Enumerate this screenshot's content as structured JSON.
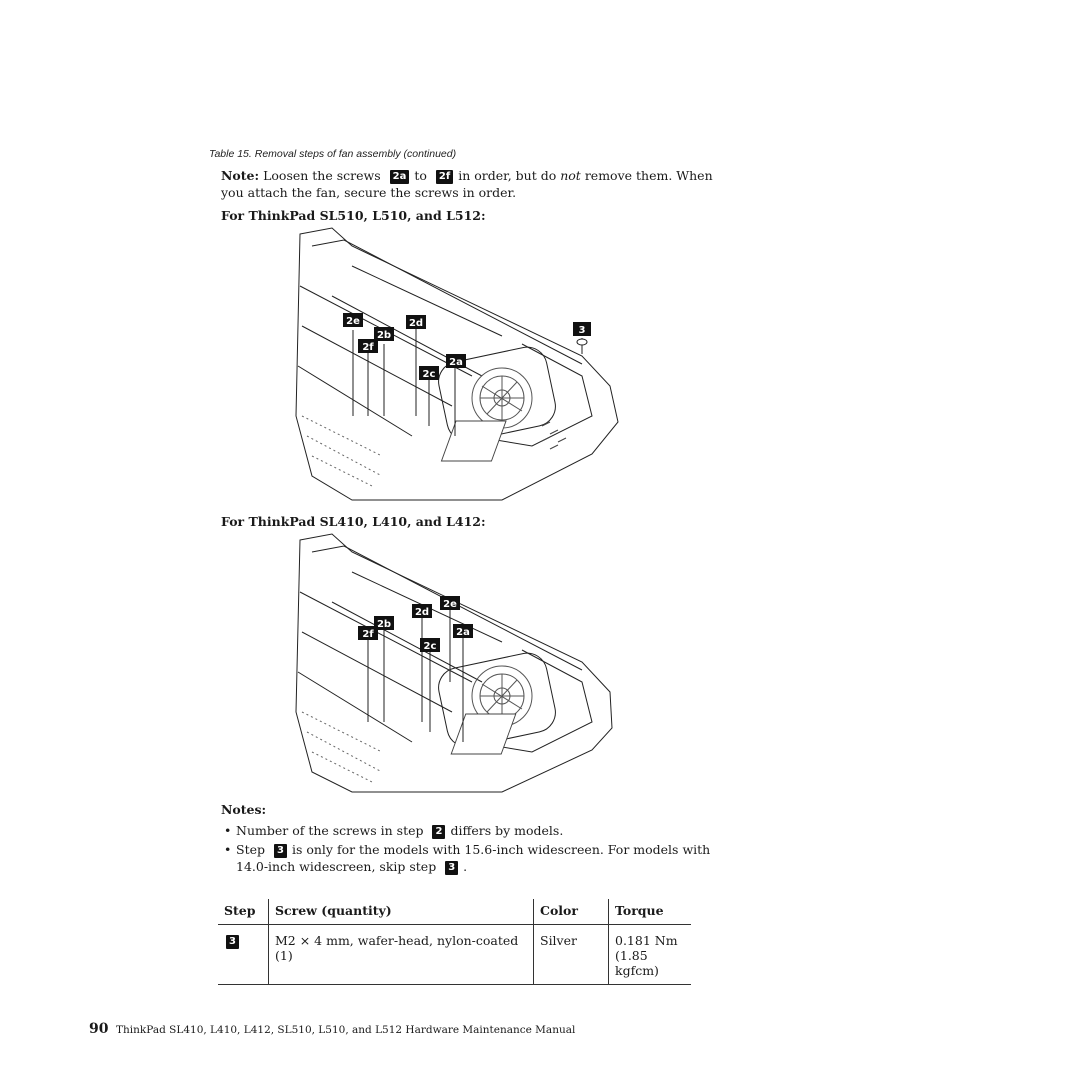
{
  "caption": "Table 15. Removal steps of fan assembly (continued)",
  "note": {
    "label": "Note:",
    "part1": "Loosen the screws",
    "callout_a": "2a",
    "part2": "to",
    "callout_f": "2f",
    "part3": "in order, but do",
    "emph": "not",
    "part4": "remove them. When",
    "line2": "you attach the fan, secure the screws in order."
  },
  "figure1": {
    "heading": "For ThinkPad SL510, L510, and L512:",
    "callouts": [
      "2e",
      "2b",
      "2d",
      "2f",
      "2c",
      "2a",
      "3"
    ]
  },
  "figure2": {
    "heading": "For ThinkPad SL410, L410, and L412:",
    "callouts": [
      "2e",
      "2d",
      "2b",
      "2f",
      "2c",
      "2a"
    ]
  },
  "notes": {
    "title": "Notes:",
    "b1_text1": "Number of the screws in step",
    "b1_callout": "2",
    "b1_text2": "differs by models.",
    "b2_text1": "Step",
    "b2_callout": "3",
    "b2_text2": "is only for the models with 15.6-inch widescreen. For models with",
    "b2_line2": "14.0-inch widescreen, skip step",
    "b2_callout2": "3",
    "b2_end": "."
  },
  "table": {
    "headers": [
      "Step",
      "Screw (quantity)",
      "Color",
      "Torque"
    ],
    "row": {
      "step": "3",
      "screw": "M2 × 4 mm, wafer-head, nylon-coated (1)",
      "color": "Silver",
      "torque1": "0.181 Nm",
      "torque2": "(1.85 kgfcm)"
    }
  },
  "footer": {
    "page": "90",
    "title": "ThinkPad SL410, L410, L412, SL510, L510, and L512 Hardware Maintenance Manual"
  }
}
